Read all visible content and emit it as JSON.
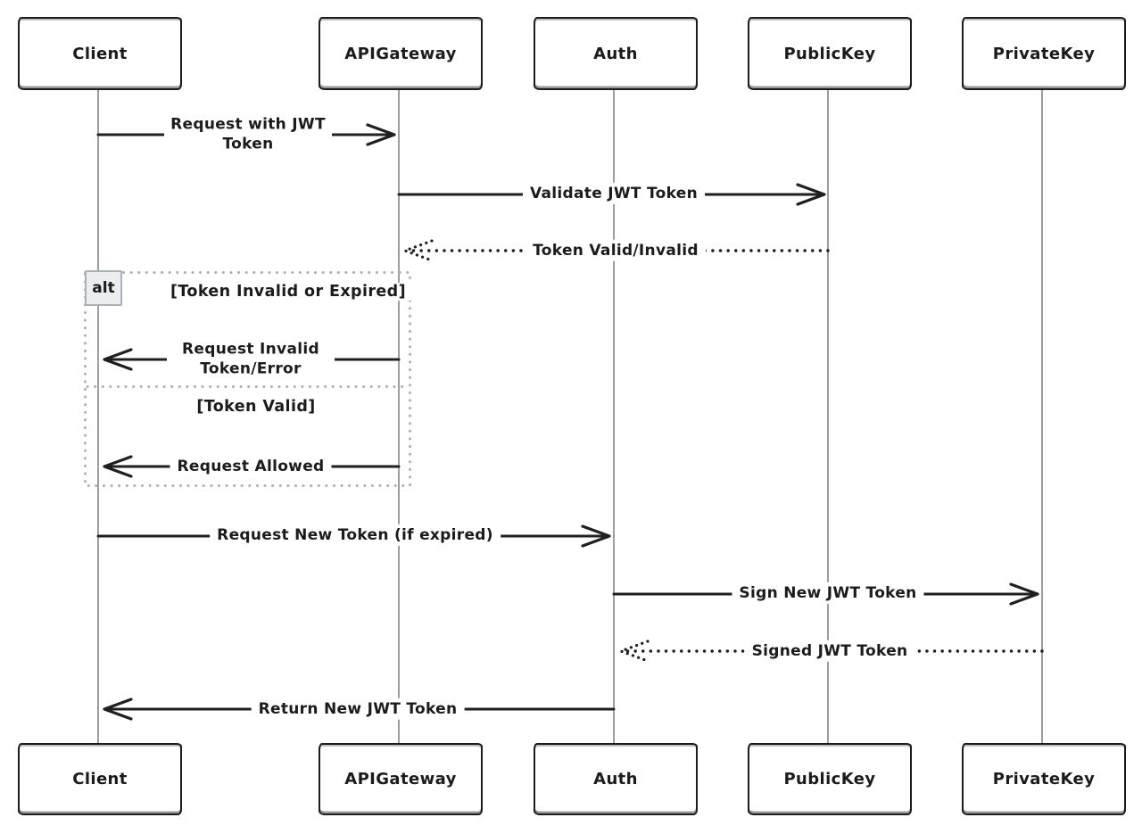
{
  "diagram": {
    "kind": "sequence-diagram",
    "background": "#ffffff",
    "ink_color": "#1b1b1b",
    "lifeline_color": "#8f8f8f",
    "fragment_border_color": "#a9b2ba",
    "fragment_label_bg": "#ebedee"
  },
  "actors": [
    {
      "name": "Client"
    },
    {
      "name": "APIGateway"
    },
    {
      "name": "Auth"
    },
    {
      "name": "PublicKey"
    },
    {
      "name": "PrivateKey"
    }
  ],
  "messages": [
    {
      "from": "Client",
      "to": "APIGateway",
      "text": "Request with JWT Token",
      "line": "solid",
      "direction": "right"
    },
    {
      "from": "APIGateway",
      "to": "PublicKey",
      "text": "Validate JWT Token",
      "line": "solid",
      "direction": "right"
    },
    {
      "from": "PublicKey",
      "to": "APIGateway",
      "text": "Token Valid/Invalid",
      "line": "dotted",
      "direction": "left"
    },
    {
      "from": "APIGateway",
      "to": "Client",
      "text": "Request Invalid Token/Error",
      "line": "solid",
      "direction": "left"
    },
    {
      "from": "APIGateway",
      "to": "Client",
      "text": "Request Allowed",
      "line": "solid",
      "direction": "left"
    },
    {
      "from": "Client",
      "to": "Auth",
      "text": "Request New Token (if expired)",
      "line": "solid",
      "direction": "right"
    },
    {
      "from": "Auth",
      "to": "PrivateKey",
      "text": "Sign New JWT Token",
      "line": "solid",
      "direction": "right"
    },
    {
      "from": "PrivateKey",
      "to": "Auth",
      "text": "Signed JWT Token",
      "line": "dotted",
      "direction": "left"
    },
    {
      "from": "Auth",
      "to": "Client",
      "text": "Return New JWT Token",
      "line": "solid",
      "direction": "left"
    }
  ],
  "fragment": {
    "operator": "alt",
    "conditions": [
      {
        "label": "[Token Invalid or Expired]"
      },
      {
        "label": "[Token Valid]"
      }
    ]
  }
}
